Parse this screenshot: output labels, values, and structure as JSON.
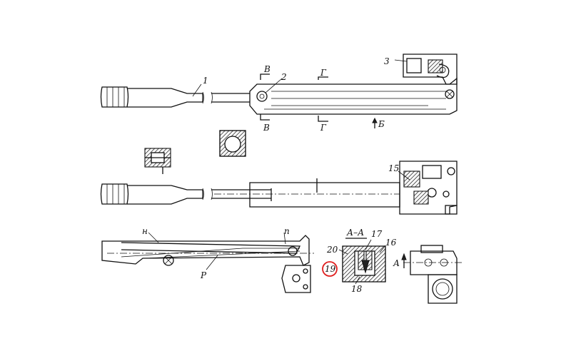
{
  "labels": {
    "l1": "1",
    "l2": "2",
    "l3": "3",
    "l15": "15",
    "l16": "16",
    "l17": "17",
    "l18": "18",
    "l19": "19",
    "l20": "20",
    "lB_top": "В",
    "lB_bot": "В",
    "lG_top": "Г",
    "lG_bot": "Г",
    "lBe": "Б",
    "lAA": "А–А",
    "lA": "А",
    "ln": "н",
    "lp": "п",
    "lP": "Р"
  },
  "highlight": {
    "label": "19",
    "color": "#e02020"
  }
}
